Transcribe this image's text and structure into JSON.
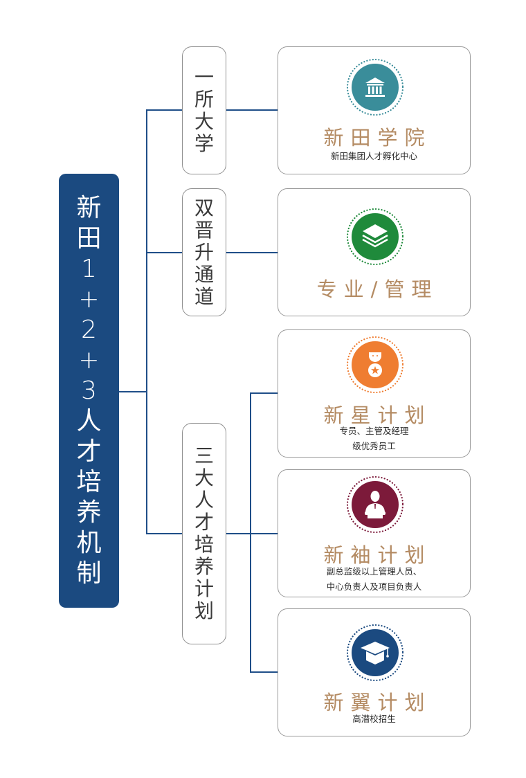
{
  "root": {
    "label_chars": [
      "新",
      "田",
      "1",
      "+",
      "2",
      "+",
      "3",
      "人",
      "才",
      "培",
      "养",
      "机",
      "制"
    ],
    "color": "#1b4a80"
  },
  "branches": [
    {
      "label_chars": [
        "一",
        "所",
        "大",
        "学"
      ]
    },
    {
      "label_chars": [
        "双",
        "晋",
        "升",
        "通",
        "道"
      ]
    },
    {
      "label_chars": [
        "三",
        "大",
        "人",
        "才",
        "培",
        "养",
        "计",
        "划"
      ]
    }
  ],
  "cards": [
    {
      "title": "新田学院",
      "subtitle_lines": [
        "新田集团人才孵化中心"
      ],
      "icon": "university-building-icon",
      "color": "#3a8d9a"
    },
    {
      "title": "专业/管理",
      "subtitle_lines": [],
      "icon": "layers-stack-icon",
      "color": "#1f8a3b"
    },
    {
      "title": "新星计划",
      "subtitle_lines": [
        "专员、主管及经理",
        "级优秀员工"
      ],
      "icon": "medal-star-icon",
      "color": "#ef7d31"
    },
    {
      "title": "新袖计划",
      "subtitle_lines": [
        "副总监级以上管理人员、",
        "中心负责人及项目负责人"
      ],
      "icon": "speaker-podium-icon",
      "color": "#7c1a3a"
    },
    {
      "title": "新翼计划",
      "subtitle_lines": [
        "高潜校招生"
      ],
      "icon": "graduation-cap-icon",
      "color": "#1b4a80"
    }
  ],
  "colors": {
    "connector": "#1f4e88",
    "title_gold": "#b48b63"
  }
}
